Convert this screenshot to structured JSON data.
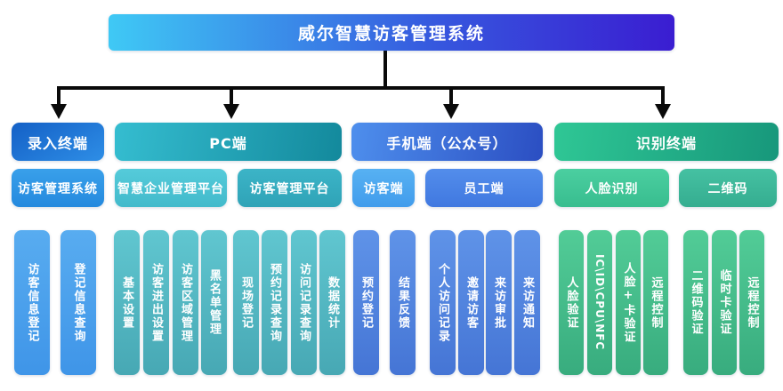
{
  "title": "威尔智慧访客管理系统",
  "palette": {
    "title_gradient_left": "#3FC9F5",
    "title_gradient_right": "#3A1DD1",
    "entry_terminal_blue": "#1E78D4",
    "pc_teal": "#1F9FB2",
    "mobile_blue": "#3A6BD8",
    "recognition_green": "#23B289",
    "pill_light_blue": "#4FA3EC",
    "pill_teal": "#52BAC6",
    "pill_blue": "#5489E0",
    "pill_green": "#45BD8B",
    "connector_black": "#0A0A0A",
    "text_white": "#FFFFFF"
  },
  "branches": [
    {
      "label": "录入终端",
      "groups": [
        {
          "label": "访客管理系统",
          "pills": [
            "访客信息登记",
            "登记信息查询"
          ]
        }
      ]
    },
    {
      "label": "PC端",
      "groups": [
        {
          "label": "智慧企业管理平台",
          "pills": [
            "基本设置",
            "访客进出设置",
            "访客区域管理",
            "黑名单管理"
          ]
        },
        {
          "label": "访客管理平台",
          "pills": [
            "现场登记",
            "预约记录查询",
            "访问记录查询",
            "数据统计"
          ]
        }
      ]
    },
    {
      "label": "手机端（公众号）",
      "groups": [
        {
          "label": "访客端",
          "pills": [
            "预约登记",
            "结果反馈"
          ]
        },
        {
          "label": "员工端",
          "pills": [
            "个人访问记录",
            "邀请访客",
            "来访审批",
            "来访通知"
          ]
        }
      ]
    },
    {
      "label": "识别终端",
      "groups": [
        {
          "label": "人脸识别",
          "pills": [
            "人脸验证",
            "IC\\ID\\CPU\\NFC",
            "人脸+卡验证",
            "远程控制"
          ]
        },
        {
          "label": "二维码",
          "pills": [
            "二维码验证",
            "临时卡验证",
            "远程控制"
          ]
        }
      ]
    }
  ]
}
